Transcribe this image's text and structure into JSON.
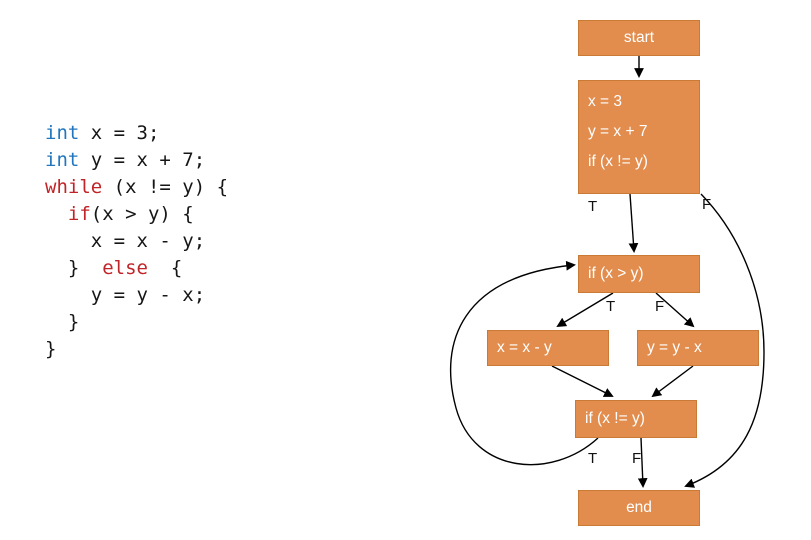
{
  "colors": {
    "node_fill": "#e28d4e",
    "node_border": "#c97a35",
    "keyword_type": "#2176bd",
    "keyword_flow": "#c02428",
    "edge": "#000000"
  },
  "code": {
    "lines": [
      [
        {
          "text": "int",
          "cls": "blue"
        },
        {
          "text": " x = 3;",
          "cls": "plain"
        }
      ],
      [
        {
          "text": "int",
          "cls": "blue"
        },
        {
          "text": " y = x + 7;",
          "cls": "plain"
        }
      ],
      [
        {
          "text": "while",
          "cls": "red"
        },
        {
          "text": " (x != y) {",
          "cls": "plain"
        }
      ],
      [
        {
          "text": "  ",
          "cls": "plain"
        },
        {
          "text": "if",
          "cls": "red"
        },
        {
          "text": "(x > y) {",
          "cls": "plain"
        }
      ],
      [
        {
          "text": "    x = x - y;",
          "cls": "plain"
        }
      ],
      [
        {
          "text": "  }  ",
          "cls": "plain"
        },
        {
          "text": "else",
          "cls": "red"
        },
        {
          "text": "  {",
          "cls": "plain"
        }
      ],
      [
        {
          "text": "    y = y - x;",
          "cls": "plain"
        }
      ],
      [
        {
          "text": "  }",
          "cls": "plain"
        }
      ],
      [
        {
          "text": "}",
          "cls": "plain"
        }
      ]
    ]
  },
  "flowchart": {
    "nodes": {
      "start": {
        "label": "start"
      },
      "init": {
        "lines": [
          "x = 3",
          "y = x + 7",
          "if (x != y)"
        ]
      },
      "cond_xy": {
        "label": "if (x > y)"
      },
      "sub_x": {
        "label": "x = x - y"
      },
      "sub_y": {
        "label": "y = y - x"
      },
      "cond_ne": {
        "label": "if (x != y)"
      },
      "end": {
        "label": "end"
      }
    },
    "labels": {
      "t1": "T",
      "f1": "F",
      "t2": "T",
      "f2": "F",
      "t3": "T",
      "f3": "F"
    },
    "edges": [
      {
        "from": "start",
        "to": "init"
      },
      {
        "from": "init",
        "to": "cond_xy",
        "branch": "T"
      },
      {
        "from": "init",
        "to": "end",
        "branch": "F"
      },
      {
        "from": "cond_xy",
        "to": "sub_x",
        "branch": "T"
      },
      {
        "from": "cond_xy",
        "to": "sub_y",
        "branch": "F"
      },
      {
        "from": "sub_x",
        "to": "cond_ne"
      },
      {
        "from": "sub_y",
        "to": "cond_ne"
      },
      {
        "from": "cond_ne",
        "to": "cond_xy",
        "branch": "T"
      },
      {
        "from": "cond_ne",
        "to": "end",
        "branch": "F"
      }
    ]
  }
}
